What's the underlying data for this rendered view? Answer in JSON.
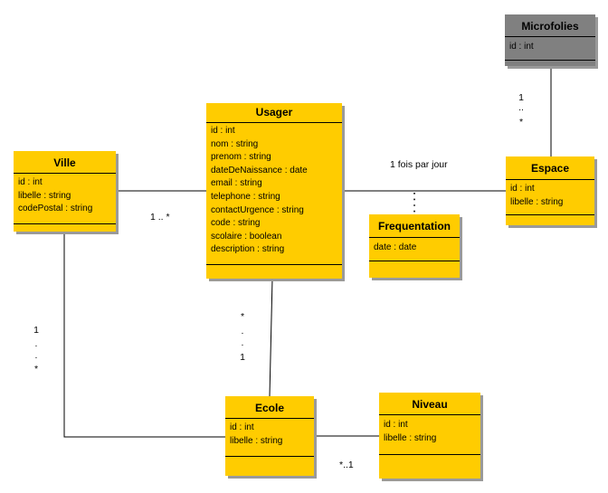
{
  "classes": {
    "usager": {
      "name": "Usager",
      "attributes": [
        "id : int",
        "nom : string",
        "prenom : string",
        "dateDeNaissance : date",
        "email : string",
        "telephone : string",
        "contactUrgence : string",
        "code : string",
        "scolaire : boolean",
        "description : string"
      ]
    },
    "ville": {
      "name": "Ville",
      "attributes": [
        "id : int",
        "libelle : string",
        "codePostal : string"
      ]
    },
    "microfolies": {
      "name": "Microfolies",
      "attributes": [
        "id : int"
      ]
    },
    "espace": {
      "name": "Espace",
      "attributes": [
        "id : int",
        "libelle : string"
      ]
    },
    "frequentation": {
      "name": "Frequentation",
      "attributes": [
        "date : date"
      ]
    },
    "ecole": {
      "name": "Ecole",
      "attributes": [
        "id : int",
        "libelle : string"
      ]
    },
    "niveau": {
      "name": "Niveau",
      "attributes": [
        "id : int",
        "libelle : string"
      ]
    }
  },
  "labels": {
    "ville_usager": "1 .. *",
    "usager_espace": "1 fois par jour",
    "micro_espace": [
      "1",
      "..",
      "*"
    ],
    "ville_ecole": [
      "1",
      ".",
      ".",
      "*"
    ],
    "usager_ecole": [
      "*",
      ".",
      ".",
      "1"
    ],
    "ecole_niveau": "*..1"
  }
}
